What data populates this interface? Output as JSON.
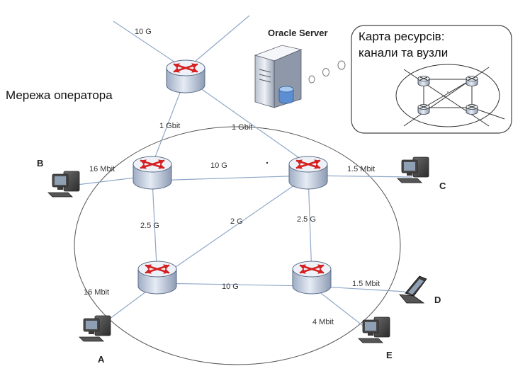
{
  "operator_network_label": "Мережа оператора",
  "server": {
    "label": "Oracle Server"
  },
  "resource_map": {
    "line1": "Карта ресурсів:",
    "line2": "канали та вузли"
  },
  "endpoints": {
    "a": "A",
    "b": "B",
    "c": "C",
    "d": "D",
    "e": "E"
  },
  "links": {
    "uplink_top": "10 G",
    "uplink_left": "1 Gbit",
    "uplink_right": "1 Gbit",
    "tl_tr": "10 G",
    "tl_bl": "2.5 G",
    "tr_br": "2.5 G",
    "bl_tr": "2 G",
    "bl_br": "10 G",
    "b_tl": "16 Mbit",
    "c_tr": "1.5 Mbit",
    "a_bl": "16 Mbit",
    "d_br": "1.5 Mbit",
    "e_br": "4 Mbit"
  },
  "colors": {
    "link": "#8fa8c8",
    "router_body": "#c9d3e3",
    "router_top": "#eef2f8",
    "arrow": "#d42020",
    "ellipse": "#555555"
  }
}
